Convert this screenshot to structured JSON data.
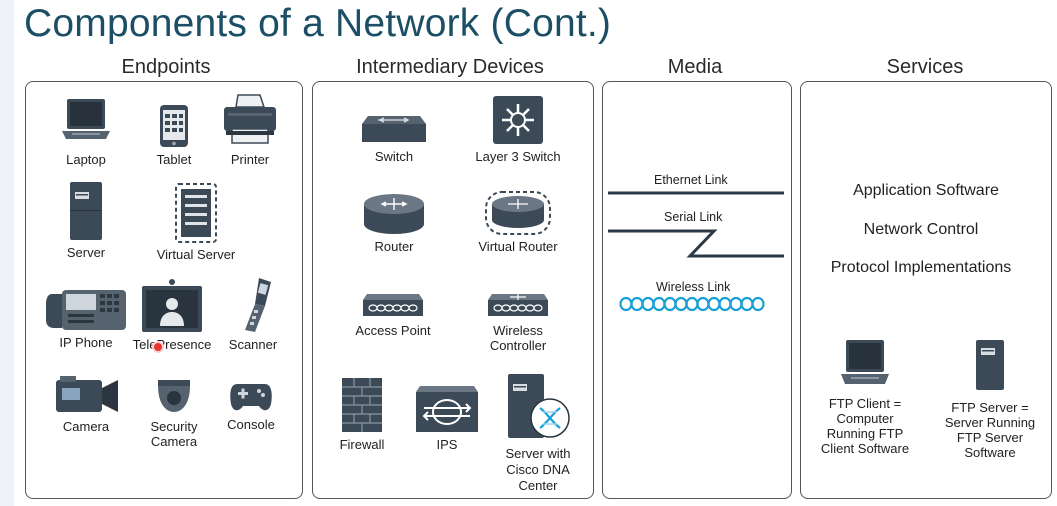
{
  "title": "Components of a Network (Cont.)",
  "panels": {
    "endpoints": {
      "title": "Endpoints",
      "items": [
        "Laptop",
        "Tablet",
        "Printer",
        "Server",
        "Virtual Server",
        "IP Phone",
        "TelePresence",
        "Scanner",
        "Camera",
        "Security Camera",
        "Console"
      ]
    },
    "intermediary": {
      "title": "Intermediary Devices",
      "items": [
        "Switch",
        "Layer 3 Switch",
        "Router",
        "Virtual Router",
        "Access Point",
        "Wireless Controller",
        "Firewall",
        "IPS",
        "Server with Cisco DNA Center"
      ]
    },
    "media": {
      "title": "Media",
      "links": [
        "Ethernet Link",
        "Serial Link",
        "Wireless Link"
      ]
    },
    "services": {
      "title": "Services",
      "lines": [
        "Application Software",
        "Network Control",
        "Protocol Implementations"
      ],
      "ftp_client": "FTP Client = Computer Running FTP Client Software",
      "ftp_server": "FTP Server = Server Running FTP Server Software"
    }
  },
  "colors": {
    "title": "#1c4f66",
    "icon": "#3c4a58",
    "wireless": "#1aa0d8"
  }
}
